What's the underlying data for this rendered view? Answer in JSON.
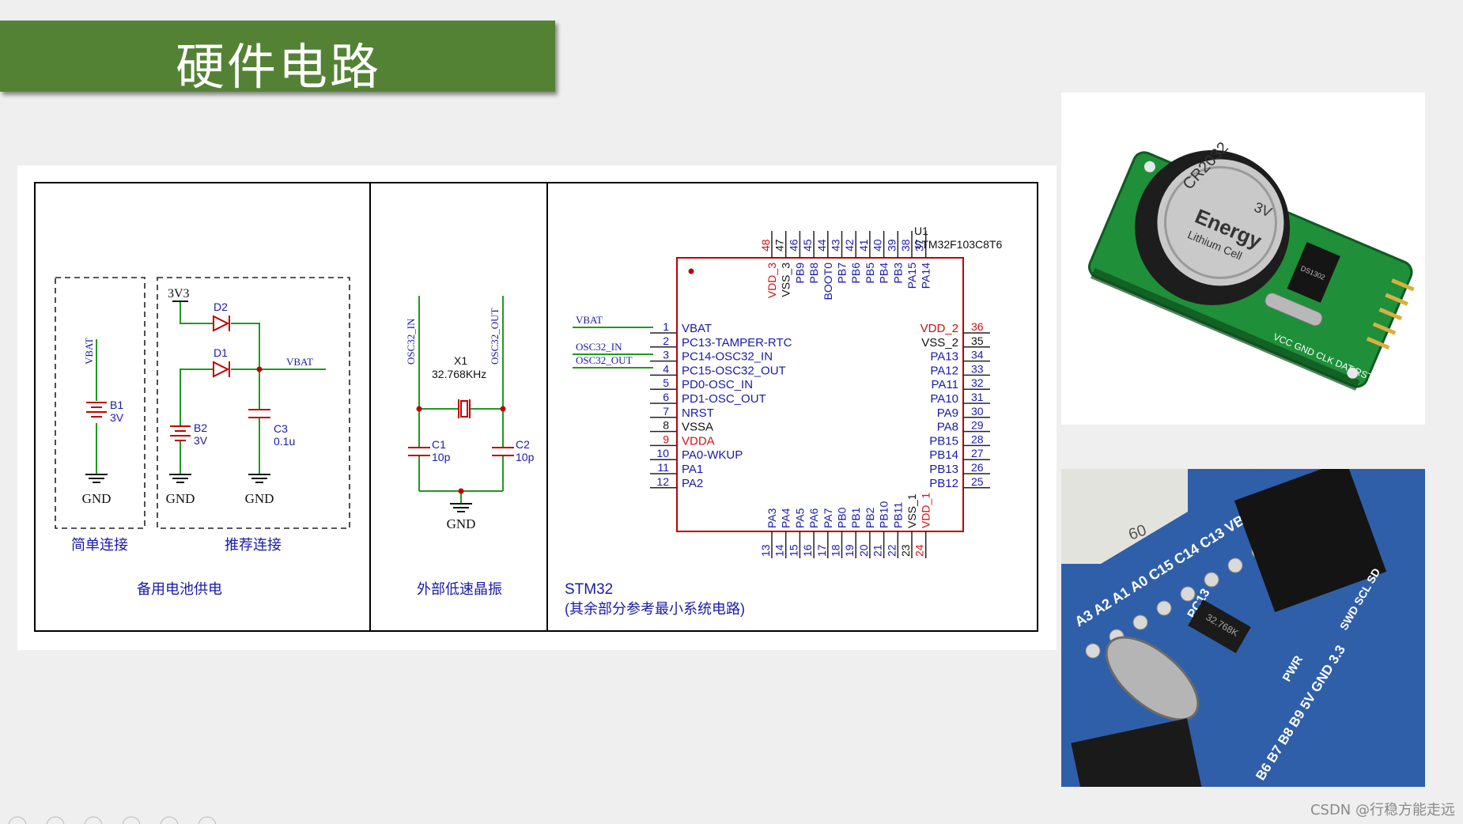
{
  "title": "硬件电路",
  "watermark": "CSDN @行稳方能走远",
  "sections": {
    "battery": {
      "caption": "备用电池供电",
      "simple_label": "简单连接",
      "recommended_label": "推荐连接",
      "net_vbat": "VBAT",
      "net_3v3": "3V3",
      "net_gnd": "GND",
      "b1_ref": "B1",
      "b1_value": "3V",
      "b2_ref": "B2",
      "b2_value": "3V",
      "d1_ref": "D1",
      "d2_ref": "D2",
      "c3_ref": "C3",
      "c3_value": "0.1u"
    },
    "crystal": {
      "caption": "外部低速晶振",
      "net_in": "OSC32_IN",
      "net_out": "OSC32_OUT",
      "x1_ref": "X1",
      "x1_value": "32.768KHz",
      "c1_ref": "C1",
      "c1_value": "10p",
      "c2_ref": "C2",
      "c2_value": "10p",
      "net_gnd": "GND"
    },
    "mcu": {
      "caption_line1": "STM32",
      "caption_line2": "(其余部分参考最小系统电路)",
      "ref": "U1",
      "part": "STM32F103C8T6",
      "net_vbat": "VBAT",
      "net_osc_in": "OSC32_IN",
      "net_osc_out": "OSC32_OUT",
      "left_pins": [
        {
          "num": "1",
          "name": "VBAT",
          "color": "#1a1aa8"
        },
        {
          "num": "2",
          "name": "PC13-TAMPER-RTC",
          "color": "#1a1aa8"
        },
        {
          "num": "3",
          "name": "PC14-OSC32_IN",
          "color": "#1a1aa8"
        },
        {
          "num": "4",
          "name": "PC15-OSC32_OUT",
          "color": "#1a1aa8"
        },
        {
          "num": "5",
          "name": "PD0-OSC_IN",
          "color": "#1a1aa8"
        },
        {
          "num": "6",
          "name": "PD1-OSC_OUT",
          "color": "#1a1aa8"
        },
        {
          "num": "7",
          "name": "NRST",
          "color": "#1a1aa8"
        },
        {
          "num": "8",
          "name": "VSSA",
          "color": "#111111"
        },
        {
          "num": "9",
          "name": "VDDA",
          "color": "#d01010"
        },
        {
          "num": "10",
          "name": "PA0-WKUP",
          "color": "#1a1aa8"
        },
        {
          "num": "11",
          "name": "PA1",
          "color": "#1a1aa8"
        },
        {
          "num": "12",
          "name": "PA2",
          "color": "#1a1aa8"
        }
      ],
      "right_pins": [
        {
          "num": "36",
          "name": "VDD_2",
          "color": "#d01010"
        },
        {
          "num": "35",
          "name": "VSS_2",
          "color": "#111111"
        },
        {
          "num": "34",
          "name": "PA13",
          "color": "#1a1aa8"
        },
        {
          "num": "33",
          "name": "PA12",
          "color": "#1a1aa8"
        },
        {
          "num": "32",
          "name": "PA11",
          "color": "#1a1aa8"
        },
        {
          "num": "31",
          "name": "PA10",
          "color": "#1a1aa8"
        },
        {
          "num": "30",
          "name": "PA9",
          "color": "#1a1aa8"
        },
        {
          "num": "29",
          "name": "PA8",
          "color": "#1a1aa8"
        },
        {
          "num": "28",
          "name": "PB15",
          "color": "#1a1aa8"
        },
        {
          "num": "27",
          "name": "PB14",
          "color": "#1a1aa8"
        },
        {
          "num": "26",
          "name": "PB13",
          "color": "#1a1aa8"
        },
        {
          "num": "25",
          "name": "PB12",
          "color": "#1a1aa8"
        }
      ],
      "top_pins": [
        {
          "num": "48",
          "name": "VDD_3",
          "color": "#d01010"
        },
        {
          "num": "47",
          "name": "VSS_3",
          "color": "#111111"
        },
        {
          "num": "46",
          "name": "PB9",
          "color": "#1a1aa8"
        },
        {
          "num": "45",
          "name": "PB8",
          "color": "#1a1aa8"
        },
        {
          "num": "44",
          "name": "BOOT0",
          "color": "#1a1aa8"
        },
        {
          "num": "43",
          "name": "PB7",
          "color": "#1a1aa8"
        },
        {
          "num": "42",
          "name": "PB6",
          "color": "#1a1aa8"
        },
        {
          "num": "41",
          "name": "PB5",
          "color": "#1a1aa8"
        },
        {
          "num": "40",
          "name": "PB4",
          "color": "#1a1aa8"
        },
        {
          "num": "39",
          "name": "PB3",
          "color": "#1a1aa8"
        },
        {
          "num": "38",
          "name": "PA15",
          "color": "#1a1aa8"
        },
        {
          "num": "37",
          "name": "PA14",
          "color": "#1a1aa8"
        }
      ],
      "bottom_pins": [
        {
          "num": "13",
          "name": "PA3",
          "color": "#1a1aa8"
        },
        {
          "num": "14",
          "name": "PA4",
          "color": "#1a1aa8"
        },
        {
          "num": "15",
          "name": "PA5",
          "color": "#1a1aa8"
        },
        {
          "num": "16",
          "name": "PA6",
          "color": "#1a1aa8"
        },
        {
          "num": "17",
          "name": "PA7",
          "color": "#1a1aa8"
        },
        {
          "num": "18",
          "name": "PB0",
          "color": "#1a1aa8"
        },
        {
          "num": "19",
          "name": "PB1",
          "color": "#1a1aa8"
        },
        {
          "num": "20",
          "name": "PB2",
          "color": "#1a1aa8"
        },
        {
          "num": "21",
          "name": "PB10",
          "color": "#1a1aa8"
        },
        {
          "num": "22",
          "name": "PB11",
          "color": "#1a1aa8"
        },
        {
          "num": "23",
          "name": "VSS_1",
          "color": "#111111"
        },
        {
          "num": "24",
          "name": "VDD_1",
          "color": "#d01010"
        }
      ]
    }
  },
  "photo1": {
    "coin_cell": "CR2032",
    "brand": "Energy",
    "cell_type": "Lithium Cell",
    "cell_voltage": "3V",
    "chip": "DS1302",
    "pins": "VCC GND CLK DAT RST"
  },
  "photo2": {
    "silk_number": "60",
    "pin_labels": "A3 A2 A1 A0 C15 C14 C13 VBT",
    "crystal_marking": "32.768K",
    "pc13": "PC13",
    "pwr": "PWR",
    "bottom_labels": "B6 B7 B8 B9 5V GND 3.3",
    "right_labels": "SWD SCL SD"
  },
  "colors": {
    "title_bg": "#548235",
    "wire": "#1f9a1f",
    "net_blue": "#1a1aa8",
    "component_red": "#c00000",
    "pcb_green": "#1f8f3a",
    "pcb_blue": "#2f5fa8"
  }
}
